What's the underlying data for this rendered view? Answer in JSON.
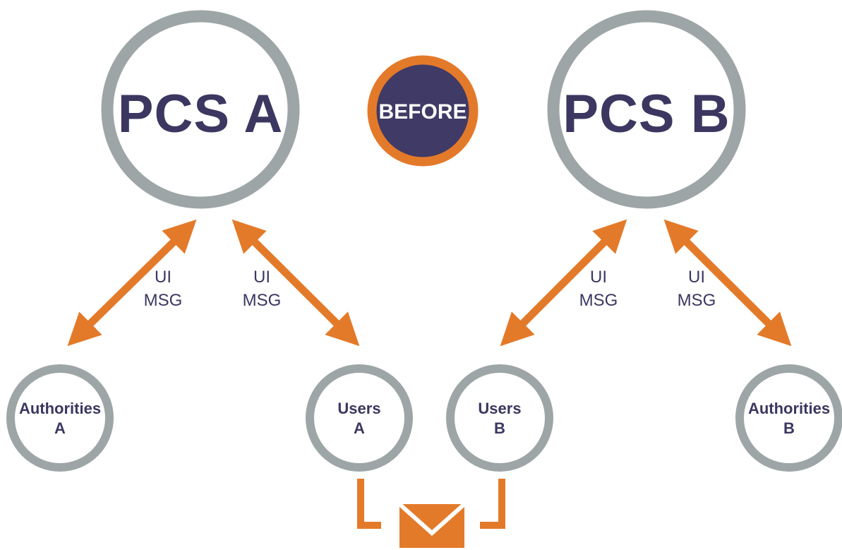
{
  "colors": {
    "ring": "#9ea5a6",
    "accent": "#e37a2a",
    "navy": "#403a66",
    "text": "#3b3760"
  },
  "nodes": {
    "pcs_a": "PCS A",
    "pcs_b": "PCS B",
    "before": "BEFORE",
    "authorities_a": [
      "Authorities",
      "A"
    ],
    "users_a": [
      "Users",
      "A"
    ],
    "users_b": [
      "Users",
      "B"
    ],
    "authorities_b": [
      "Authorities",
      "B"
    ]
  },
  "connections": {
    "label_line1": "UI",
    "label_line2": "MSG"
  },
  "icons": {
    "envelope": "envelope-icon"
  }
}
